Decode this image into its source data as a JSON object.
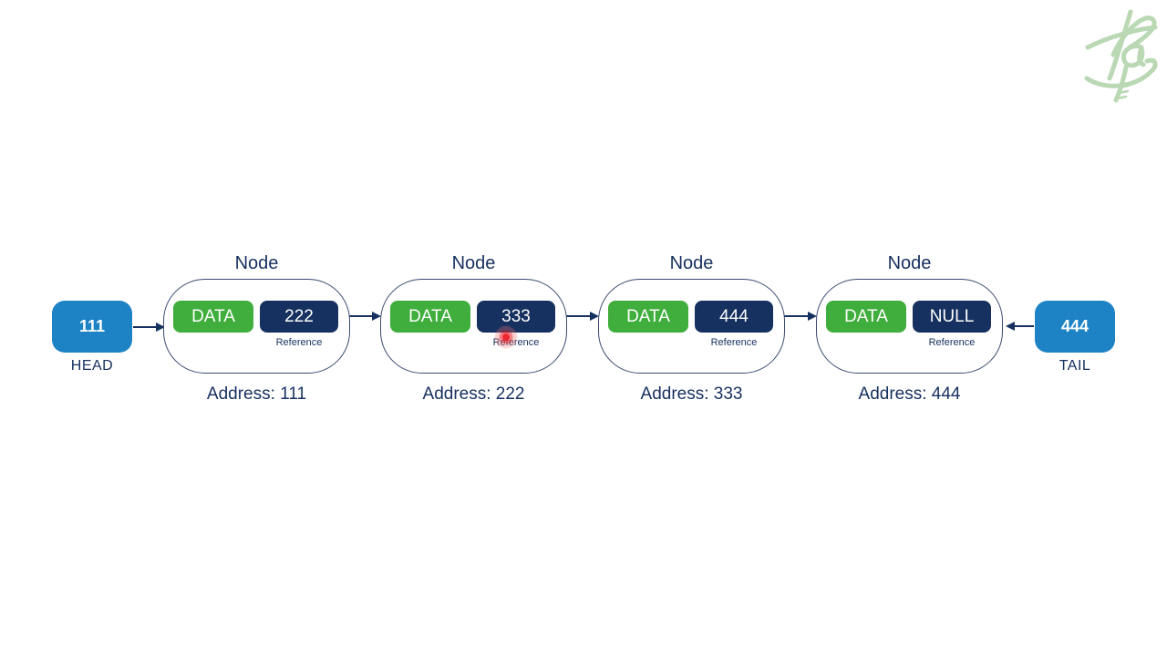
{
  "head": {
    "value": "111",
    "label": "HEAD"
  },
  "tail": {
    "value": "444",
    "label": "TAIL"
  },
  "nodes": [
    {
      "title": "Node",
      "data_label": "DATA",
      "reference_value": "222",
      "reference_label": "Reference",
      "address": "Address: 111"
    },
    {
      "title": "Node",
      "data_label": "DATA",
      "reference_value": "333",
      "reference_label": "Reference",
      "address": "Address: 222"
    },
    {
      "title": "Node",
      "data_label": "DATA",
      "reference_value": "444",
      "reference_label": "Reference",
      "address": "Address: 333"
    },
    {
      "title": "Node",
      "data_label": "DATA",
      "reference_value": "NULL",
      "reference_label": "Reference",
      "address": "Address: 444"
    }
  ],
  "colors": {
    "navy": "#16305f",
    "green": "#3fae3c",
    "blue": "#1d83c5",
    "logo-green": "#b9d8b3",
    "cursor-red": "#ed1c24",
    "border-navy": "#3a4a70"
  }
}
